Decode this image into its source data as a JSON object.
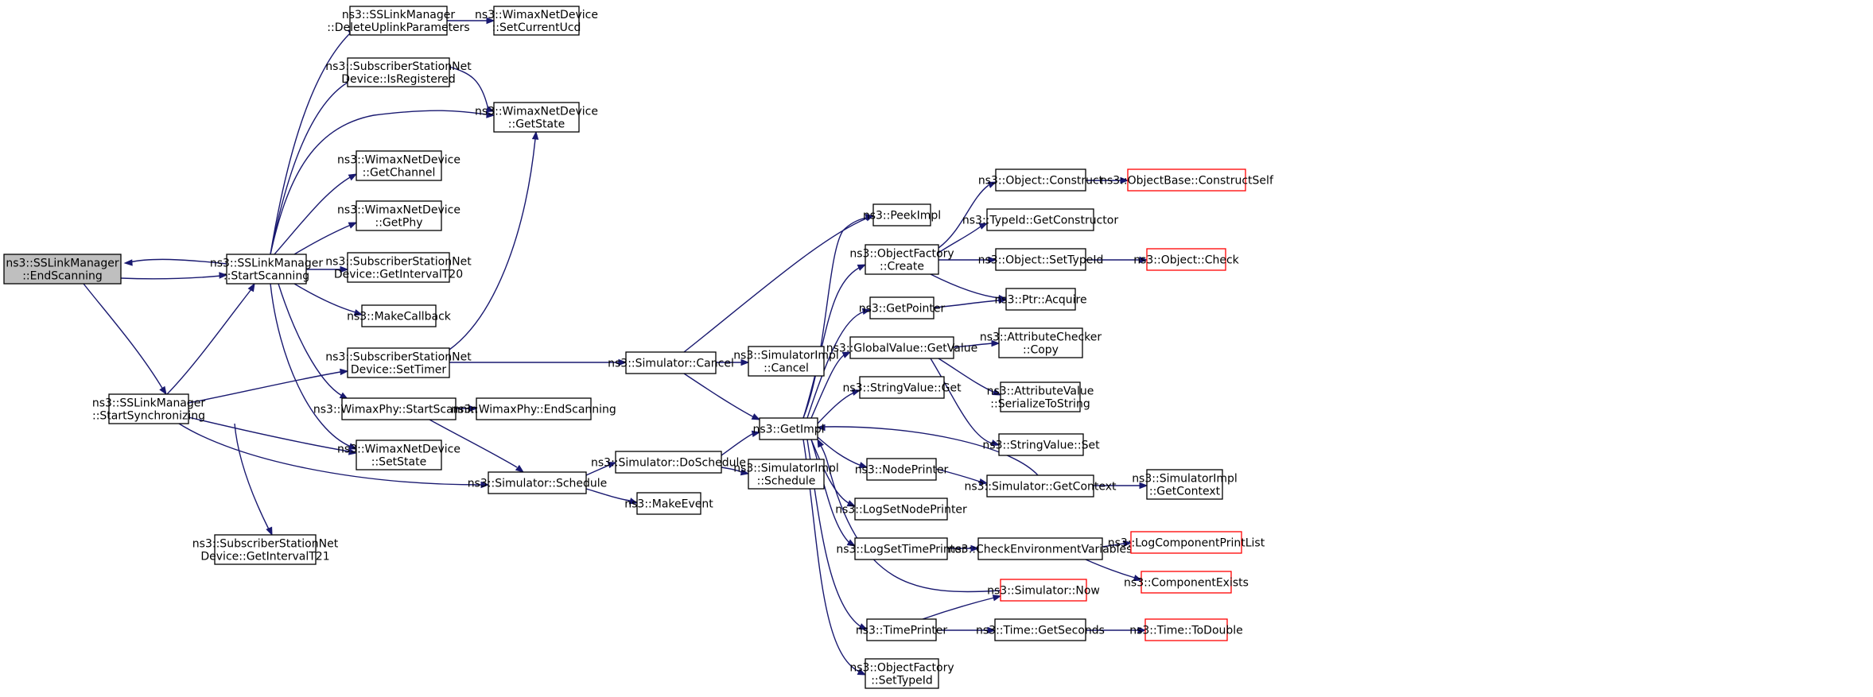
{
  "graph": {
    "nodes": [
      {
        "id": "endscan",
        "lines": [
          "ns3::SSLinkManager",
          "::EndScanning"
        ],
        "style": "root"
      },
      {
        "id": "startscan",
        "lines": [
          "ns3::SSLinkManager",
          "::StartScanning"
        ]
      },
      {
        "id": "startsync",
        "lines": [
          "ns3::SSLinkManager",
          "::StartSynchronizing"
        ]
      },
      {
        "id": "delul",
        "lines": [
          "ns3::SSLinkManager",
          "::DeleteUplinkParameters"
        ]
      },
      {
        "id": "isreg",
        "lines": [
          "ns3::SubscriberStationNet",
          "Device::IsRegistered"
        ]
      },
      {
        "id": "getchan",
        "lines": [
          "ns3::WimaxNetDevice",
          "::GetChannel"
        ]
      },
      {
        "id": "getphy",
        "lines": [
          "ns3::WimaxNetDevice",
          "::GetPhy"
        ]
      },
      {
        "id": "t20",
        "lines": [
          "ns3::SubscriberStationNet",
          "Device::GetIntervalT20"
        ]
      },
      {
        "id": "mkcb",
        "lines": [
          "ns3::MakeCallback"
        ]
      },
      {
        "id": "settimer",
        "lines": [
          "ns3::SubscriberStationNet",
          "Device::SetTimer"
        ]
      },
      {
        "id": "phystart",
        "lines": [
          "ns3::WimaxPhy::StartScanning"
        ]
      },
      {
        "id": "setstate",
        "lines": [
          "ns3::WimaxNetDevice",
          "::SetState"
        ]
      },
      {
        "id": "t21",
        "lines": [
          "ns3::SubscriberStationNet",
          "Device::GetIntervalT21"
        ]
      },
      {
        "id": "setucd",
        "lines": [
          "ns3::WimaxNetDevice",
          "::SetCurrentUcd"
        ]
      },
      {
        "id": "getstate",
        "lines": [
          "ns3::WimaxNetDevice",
          "::GetState"
        ]
      },
      {
        "id": "physend",
        "lines": [
          "ns3::WimaxPhy::EndScanning"
        ]
      },
      {
        "id": "cancel",
        "lines": [
          "ns3::Simulator::Cancel"
        ]
      },
      {
        "id": "schedule",
        "lines": [
          "ns3::Simulator::Schedule"
        ]
      },
      {
        "id": "dosched",
        "lines": [
          "ns3::Simulator::DoSchedule"
        ]
      },
      {
        "id": "mkevent",
        "lines": [
          "ns3::MakeEvent"
        ]
      },
      {
        "id": "impcancel",
        "lines": [
          "ns3::SimulatorImpl",
          "::Cancel"
        ]
      },
      {
        "id": "getimpl",
        "lines": [
          "ns3::GetImpl"
        ]
      },
      {
        "id": "impsched",
        "lines": [
          "ns3::SimulatorImpl",
          "::Schedule"
        ]
      },
      {
        "id": "peek",
        "lines": [
          "ns3::PeekImpl"
        ]
      },
      {
        "id": "ofcreate",
        "lines": [
          "ns3::ObjectFactory",
          "::Create"
        ]
      },
      {
        "id": "getptr",
        "lines": [
          "ns3::GetPointer"
        ]
      },
      {
        "id": "gvget",
        "lines": [
          "ns3::GlobalValue::GetValue"
        ]
      },
      {
        "id": "svget",
        "lines": [
          "ns3::StringValue::Get"
        ]
      },
      {
        "id": "nodepr",
        "lines": [
          "ns3::NodePrinter"
        ]
      },
      {
        "id": "lognode",
        "lines": [
          "ns3::LogSetNodePrinter"
        ]
      },
      {
        "id": "logtime",
        "lines": [
          "ns3::LogSetTimePrinter"
        ]
      },
      {
        "id": "simnow",
        "lines": [
          "ns3::Simulator::Now"
        ],
        "style": "trunc"
      },
      {
        "id": "timepr",
        "lines": [
          "ns3::TimePrinter"
        ]
      },
      {
        "id": "ofsettid",
        "lines": [
          "ns3::ObjectFactory",
          "::SetTypeId"
        ]
      },
      {
        "id": "objcons",
        "lines": [
          "ns3::Object::Construct"
        ]
      },
      {
        "id": "getcons",
        "lines": [
          "ns3::TypeId::GetConstructor"
        ]
      },
      {
        "id": "objsettid",
        "lines": [
          "ns3::Object::SetTypeId"
        ]
      },
      {
        "id": "ptracq",
        "lines": [
          "ns3::Ptr::Acquire"
        ]
      },
      {
        "id": "acopy",
        "lines": [
          "ns3::AttributeChecker",
          "::Copy"
        ]
      },
      {
        "id": "aser",
        "lines": [
          "ns3::AttributeValue",
          "::SerializeToString"
        ]
      },
      {
        "id": "svset",
        "lines": [
          "ns3::StringValue::Set"
        ]
      },
      {
        "id": "getctx",
        "lines": [
          "ns3::Simulator::GetContext"
        ]
      },
      {
        "id": "checkenv",
        "lines": [
          "ns3::CheckEnvironmentVariables"
        ]
      },
      {
        "id": "getsec",
        "lines": [
          "ns3::Time::GetSeconds"
        ]
      },
      {
        "id": "obconsself",
        "lines": [
          "ns3::ObjectBase::ConstructSelf"
        ],
        "style": "trunc"
      },
      {
        "id": "objcheck",
        "lines": [
          "ns3::Object::Check"
        ],
        "style": "trunc"
      },
      {
        "id": "impctx",
        "lines": [
          "ns3::SimulatorImpl",
          "::GetContext"
        ]
      },
      {
        "id": "logcpl",
        "lines": [
          "ns3::LogComponentPrintList"
        ],
        "style": "trunc"
      },
      {
        "id": "compex",
        "lines": [
          "ns3::ComponentExists"
        ],
        "style": "trunc"
      },
      {
        "id": "todouble",
        "lines": [
          "ns3::Time::ToDouble"
        ],
        "style": "trunc"
      }
    ]
  }
}
